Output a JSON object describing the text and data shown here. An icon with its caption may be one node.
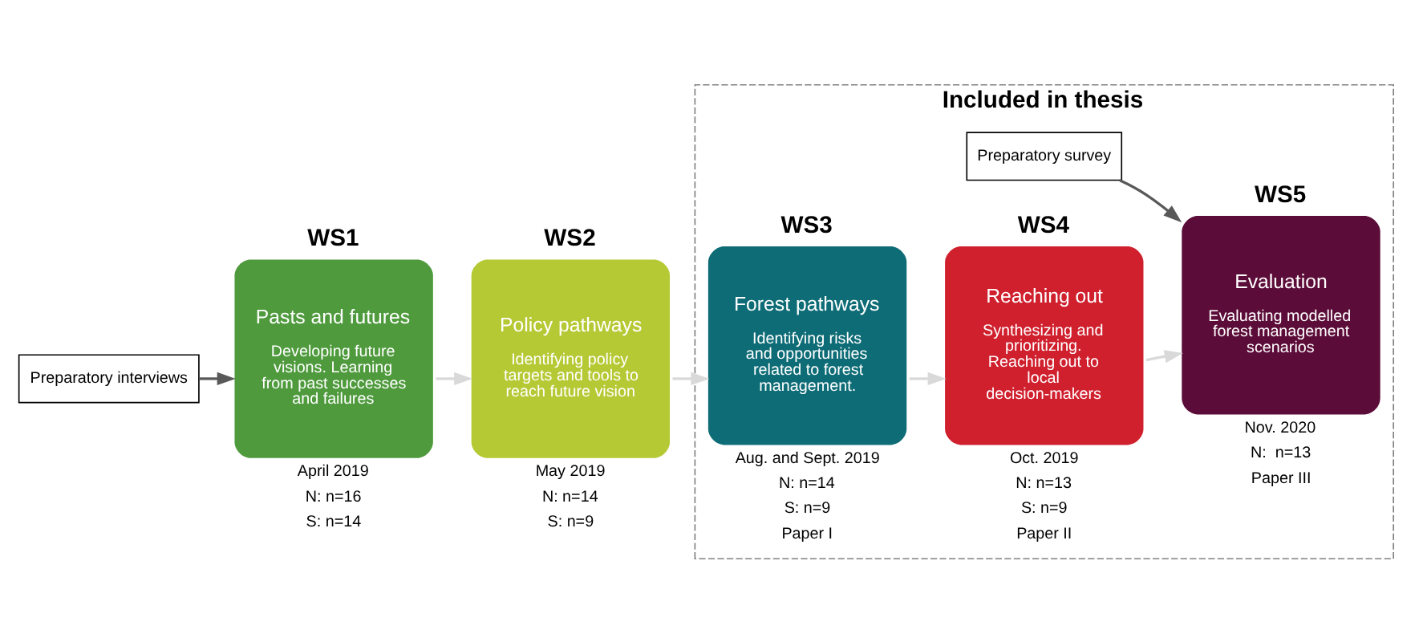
{
  "diagram": {
    "nodes": [
      {
        "text": [
          "Included in thesis"
        ]
      },
      {
        "text": [
          "Preparatory interviews"
        ]
      },
      {
        "text": [
          "WS1",
          "Pasts and futures",
          "Developing future visions. Learning from past successes and failures"
        ],
        "beside": [
          "April 2019",
          "N: n=16",
          "S: n=14"
        ]
      },
      {
        "text": [
          "WS2",
          "Policy pathways",
          "Identifying policy targets and tools to reach future vision"
        ],
        "beside": [
          "May 2019",
          "N: n=14",
          "S: n=9"
        ]
      },
      {
        "text": [
          "Preparatory survey"
        ],
        "in": 0
      },
      {
        "text": [
          "WS3",
          "Forest pathways",
          "Identifying risks and opportunities related to forest management."
        ],
        "beside": [
          "Aug. and Sept. 2019",
          "N: n=14",
          "S: n=9",
          "Paper I"
        ],
        "in": 0
      },
      {
        "text": [
          "WS4",
          "Reaching out",
          "Synthesizing and prioritizing. Reaching out to local decision-makers"
        ],
        "beside": [
          "Oct. 2019",
          "N: n=13",
          "S: n=9",
          "Paper II"
        ],
        "in": 0
      },
      {
        "text": [
          "WS5",
          "Evaluation",
          "Evaluating modelled forest management scenarios"
        ],
        "beside": [
          "Nov. 2020",
          "N:  n=13",
          "Paper III"
        ],
        "in": 0
      }
    ],
    "edges": [
      {
        "from": 1,
        "to": 2,
        "arrow": "to",
        "color": "#595959"
      },
      {
        "from": 2,
        "to": 3,
        "arrow": "to",
        "color": "#d9d9d9"
      },
      {
        "from": 3,
        "to": 5,
        "arrow": "to",
        "color": "#d9d9d9"
      },
      {
        "from": 5,
        "to": 6,
        "arrow": "to",
        "color": "#d9d9d9"
      },
      {
        "from": 6,
        "to": 7,
        "arrow": "to",
        "color": "#d9d9d9"
      },
      {
        "from": 4,
        "to": 7,
        "arrow": "to",
        "color": "#595959"
      }
    ]
  }
}
